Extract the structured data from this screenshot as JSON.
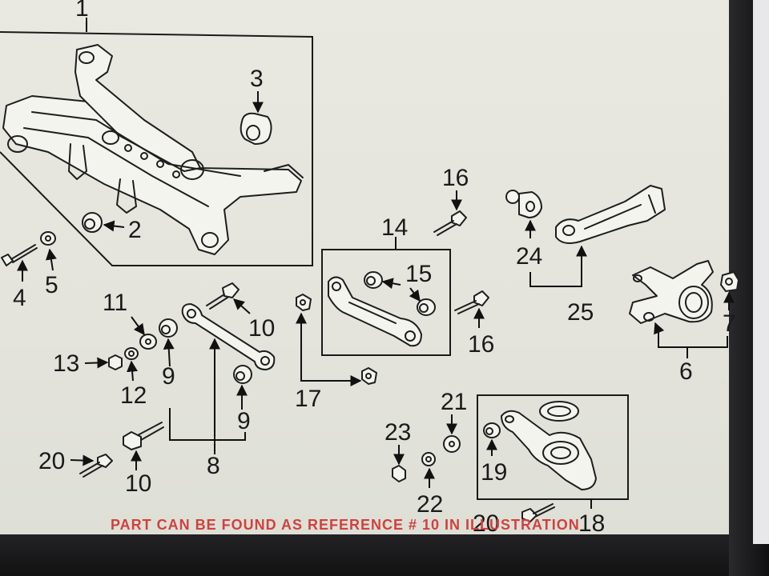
{
  "diagram": {
    "callouts": {
      "c1": "1",
      "c2": "2",
      "c3": "3",
      "c4": "4",
      "c5": "5",
      "c6": "6",
      "c7": "7",
      "c8": "8",
      "c9a": "9",
      "c9b": "9",
      "c10a": "10",
      "c10b": "10",
      "c11": "11",
      "c12": "12",
      "c13": "13",
      "c14": "14",
      "c15": "15",
      "c16a": "16",
      "c16b": "16",
      "c17": "17",
      "c18": "18",
      "c19": "19",
      "c20a": "20",
      "c20b": "20",
      "c21": "21",
      "c22": "22",
      "c23": "23",
      "c24": "24",
      "c25": "25"
    },
    "footer_note": "PART CAN BE FOUND AS REFERENCE # 10 IN ILLUSTRATION",
    "colors": {
      "note": "#d0413f",
      "line_art": "#1e1e1e",
      "background": "#e6e6de"
    }
  }
}
